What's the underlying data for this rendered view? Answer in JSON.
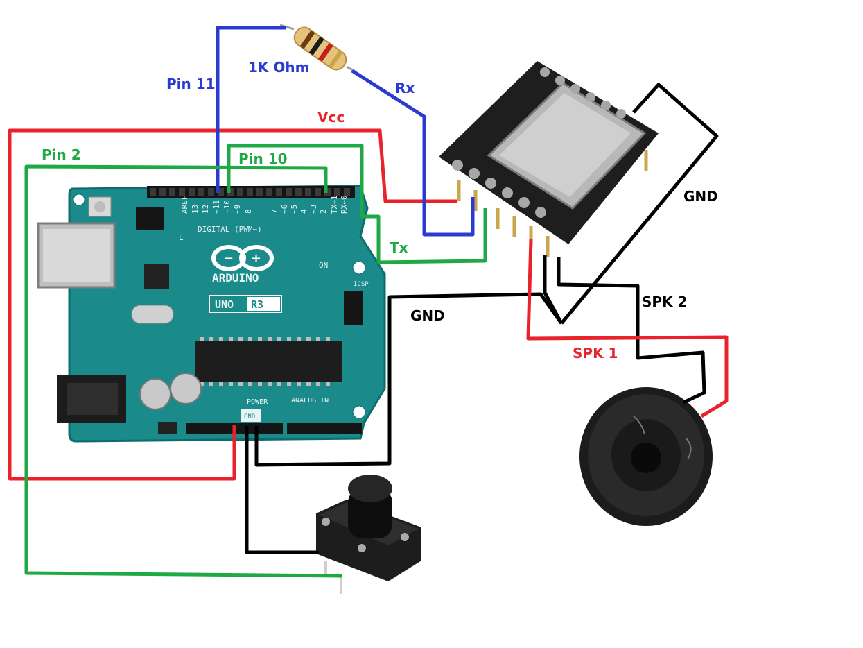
{
  "labels": {
    "pin11": "Pin 11",
    "ohm": "1K Ohm",
    "rx": "Rx",
    "vcc": "Vcc",
    "pin2": "Pin 2",
    "pin10": "Pin 10",
    "tx": "Tx",
    "gnd_right": "GND",
    "gnd_mid": "GND",
    "spk2": "SPK 2",
    "spk1": "SPK 1"
  },
  "board": {
    "brand": "ARDUINO",
    "model": "UNO",
    "rev": "R3",
    "digital": "DIGITAL (PWM~)",
    "power": "POWER",
    "analog": "ANALOG IN",
    "gnd": "GND",
    "on": "ON",
    "aref": "AREF",
    "icsp": "ICSP",
    "tx_rx": "TX RX",
    "l": "L"
  },
  "colors": {
    "vcc": "#e8232b",
    "gnd": "#000000",
    "pin2": "#1fa945",
    "pin10": "#1fa945",
    "pin11": "#2b3bd1",
    "board": "#1a8a8a"
  },
  "icons": {
    "arduino": "arduino-board-icon",
    "mp3": "dfplayer-module-icon",
    "button": "push-button-icon",
    "speaker": "speaker-icon",
    "resistor": "resistor-icon"
  }
}
